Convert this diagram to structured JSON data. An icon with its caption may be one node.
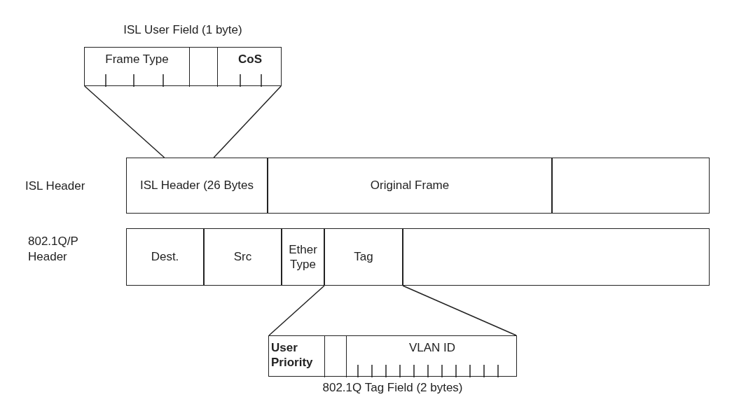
{
  "diagram": {
    "nodes": [
      {
        "text": [
          "ISL User Field (1 byte)"
        ]
      },
      {
        "text": [
          "Frame Type"
        ],
        "in": 0
      },
      {
        "text": [],
        "shape": "box",
        "in": 0
      },
      {
        "text": [
          "CoS"
        ],
        "in": 0
      },
      {
        "text": [
          "ISL Header (26 Bytes"
        ]
      },
      {
        "text": [
          "Original Frame"
        ]
      },
      {
        "text": [],
        "shape": "box"
      },
      {
        "text": [
          "Dest."
        ]
      },
      {
        "text": [
          "Src"
        ]
      },
      {
        "text": [
          "Ether Type"
        ]
      },
      {
        "text": [
          "Tag"
        ]
      },
      {
        "text": [],
        "shape": "box"
      },
      {
        "text": [
          "802.1Q Tag Field (2 bytes)"
        ]
      },
      {
        "text": [
          "User Priority"
        ],
        "in": 12
      },
      {
        "text": [],
        "shape": "box",
        "in": 12
      },
      {
        "text": [
          "VLAN ID"
        ],
        "in": 12
      }
    ],
    "edges": [
      {
        "from": 4,
        "to": 0,
        "arrow": "none"
      },
      {
        "from": 4,
        "to": 0,
        "arrow": "none"
      },
      {
        "from": 10,
        "to": 12,
        "arrow": "none"
      },
      {
        "from": 10,
        "to": 12,
        "arrow": "none"
      }
    ],
    "labels": [
      "ISL Header",
      "802.1Q/P Header"
    ]
  }
}
